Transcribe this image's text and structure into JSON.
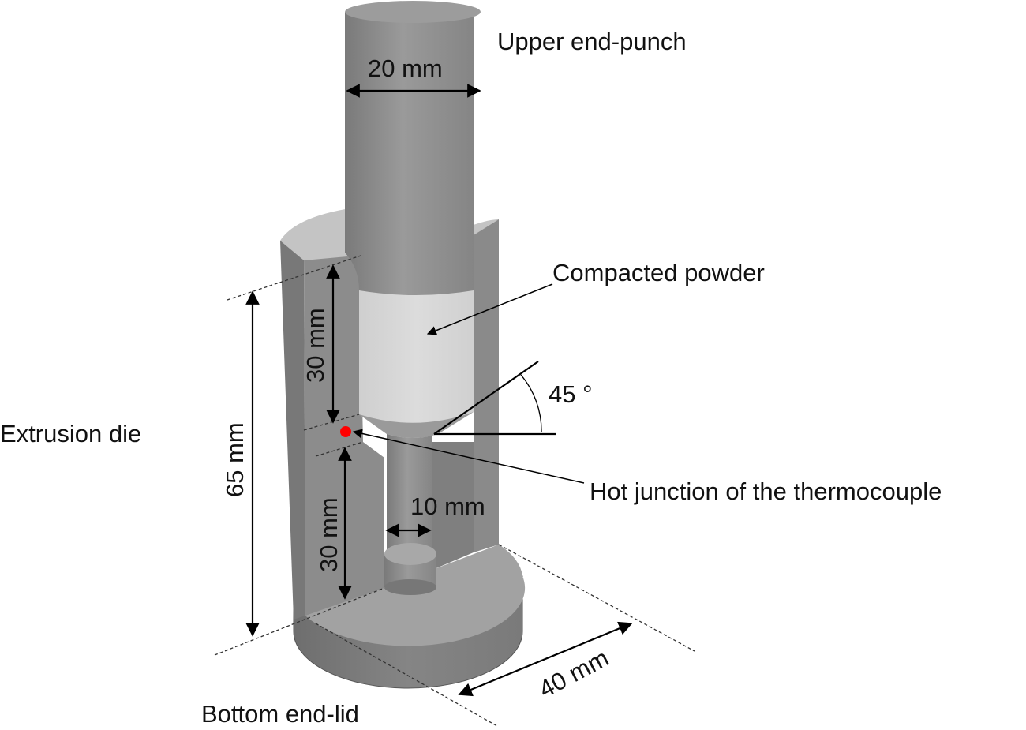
{
  "labels": {
    "upper_punch": "Upper end-punch",
    "punch_diameter": "20 mm",
    "compacted_powder": "Compacted powder",
    "angle": "45 °",
    "extrusion_die": "Extrusion die",
    "die_height": "65 mm",
    "upper_length": "30 mm",
    "lower_length": "30 mm",
    "hot_junction": "Hot junction of the thermocouple",
    "channel_diameter": "10 mm",
    "die_diameter": "40 mm",
    "bottom_lid": "Bottom end-lid"
  },
  "colors": {
    "thermocouple": "#ff0000",
    "powder": "#d6d6d6",
    "steel": "#8a8a8a"
  }
}
